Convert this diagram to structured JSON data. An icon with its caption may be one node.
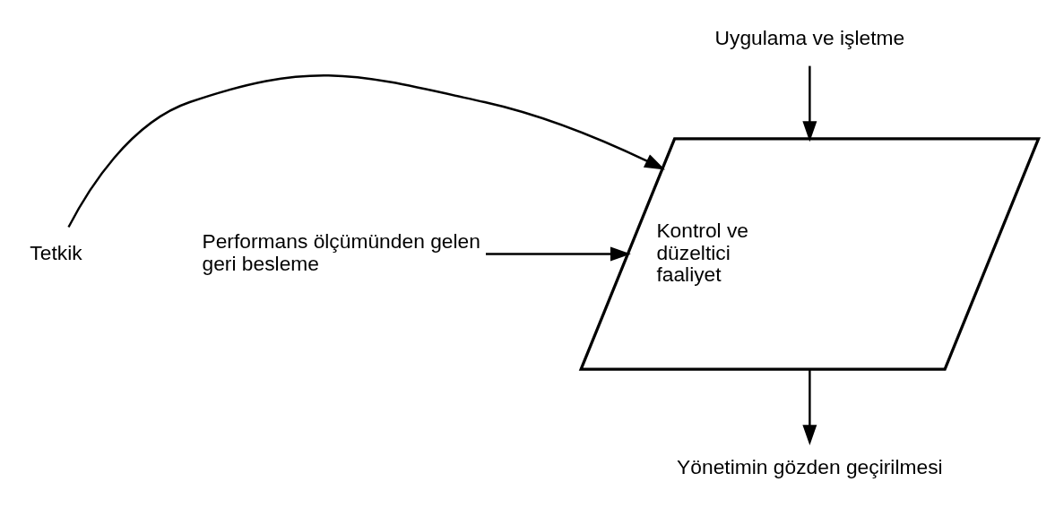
{
  "diagram": {
    "nodes": [
      {
        "text": [
          "Uygulama ve işletme"
        ]
      },
      {
        "text": [
          "Kontrol ve düzeltici faaliyet"
        ]
      },
      {
        "text": [
          "Tetkik"
        ]
      },
      {
        "text": [
          "Performans ölçümünden gelen geri besleme"
        ]
      },
      {
        "text": [
          "Yönetimin gözden geçirilmesi"
        ]
      }
    ],
    "edges": [
      {
        "from": 0,
        "to": 1,
        "arrow": "to"
      },
      {
        "from": 2,
        "to": 1,
        "arrow": "to"
      },
      {
        "from": 3,
        "to": 1,
        "arrow": "to"
      },
      {
        "from": 1,
        "to": 4,
        "arrow": "to"
      }
    ]
  }
}
